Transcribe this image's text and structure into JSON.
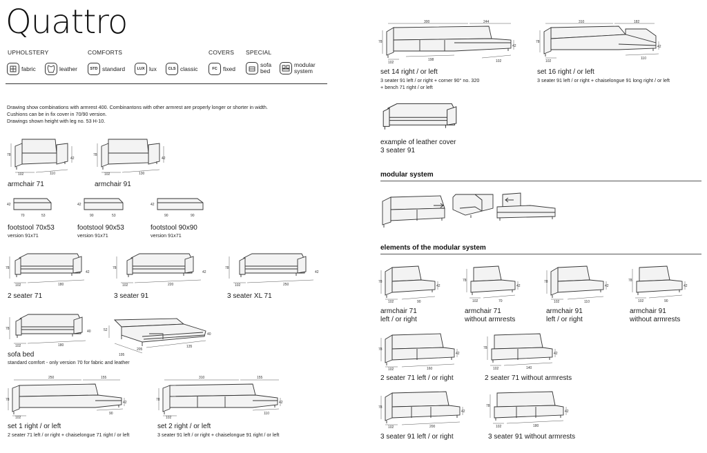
{
  "title": "Quattro",
  "headers": {
    "upholstery": "UPHOLSTERY",
    "comforts": "COMFORTS",
    "covers": "COVERS",
    "special": "SPECIAL"
  },
  "options": {
    "fabric": "fabric",
    "leather": "leather",
    "std_code": "STD",
    "standard": "standard",
    "lux_code": "LUX",
    "lux": "lux",
    "cls_code": "CLS",
    "classic": "classic",
    "fc_code": "FC",
    "fixed": "fixed",
    "sofa_bed_1": "sofa",
    "sofa_bed_2": "bed",
    "modular_1": "modular",
    "modular_2": "system"
  },
  "notes": [
    "Drawing show combinations with armrest 400. Combinantons with other armrest are properly longer or shorter in width.",
    "Cushions can be in fix cover in 70/90 version.",
    "Drawings shown height with leg no. 53 H-10."
  ],
  "left_items": {
    "armchair71": {
      "label": "armchair 71",
      "d1": "78",
      "d2": "42",
      "d3": "102",
      "d4": "110"
    },
    "armchair91": {
      "label": "armchair 91",
      "d1": "78",
      "d2": "42",
      "d3": "102",
      "d4": "130"
    },
    "fs7053": {
      "label": "footstool 70x53",
      "sub": "version 91x71",
      "d1": "42",
      "d2": "70",
      "d3": "53"
    },
    "fs9053": {
      "label": "footstool 90x53",
      "sub": "version 91x71",
      "d1": "42",
      "d2": "90",
      "d3": "53"
    },
    "fs9090": {
      "label": "footstool 90x90",
      "sub": "version 91x71",
      "d1": "42",
      "d2": "90",
      "d3": "90"
    },
    "s2_71": {
      "label": "2 seater 71",
      "d1": "78",
      "d2": "42",
      "d3": "102",
      "d4": "180"
    },
    "s3_91": {
      "label": "3 seater 91",
      "d1": "78",
      "d2": "42",
      "d3": "102",
      "d4": "220"
    },
    "s3xl_71": {
      "label": "3 seater XL 71",
      "d1": "78",
      "d2": "42",
      "d3": "102",
      "d4": "250"
    },
    "sofabed": {
      "label": "sofa bed",
      "sub": "standard comfort - only version 70 for fabric and leather",
      "d1": "78",
      "d2": "40",
      "d3": "102",
      "d4": "180"
    },
    "sofabed_open": {
      "d1": "52",
      "d2": "40",
      "d3": "195",
      "d4": "205",
      "d5": "135"
    },
    "set1": {
      "label": "set 1 right / or left",
      "sub": "2 seater 71 left / or right + chaiselongue 71 right / or left",
      "d1": "78",
      "d2": "42",
      "d3": "102",
      "d4": "250",
      "d5": "155",
      "d6": "90"
    },
    "set2": {
      "label": "set 2 right / or left",
      "sub": "3 seater 91 left / or right + chaiselongue 91 right / or left",
      "d1": "78",
      "d2": "42",
      "d3": "102",
      "d4": "310",
      "d5": "155",
      "d6": "110"
    }
  },
  "right_items": {
    "set14": {
      "label": "set 14 right / or left",
      "sub1": "3 seater 91 left / or right + corner 90° no. 320",
      "sub2": "+ bench 71 right / or left",
      "d1": "78",
      "d2": "42",
      "d3": "102",
      "d4": "300",
      "d5": "244",
      "d6": "198",
      "d7": "102"
    },
    "set16": {
      "label": "set 16 right / or left",
      "sub": "3 seater 91 left / or right + chaiselongue 91 long right / or left",
      "d1": "78",
      "d2": "42",
      "d3": "102",
      "d4": "310",
      "d5": "182",
      "d6": "110"
    },
    "leather": {
      "label1": "example of leather cover",
      "label2": "3 seater 91"
    },
    "modular_heading": "modular system",
    "elements_heading": "elements of the modular system",
    "e1": {
      "l1": "armchair 71",
      "l2": "left / or right",
      "d1": "78",
      "d2": "42",
      "d3": "102",
      "d4": "90"
    },
    "e2": {
      "l1": "armchair 71",
      "l2": "without armrests",
      "d1": "78",
      "d2": "42",
      "d3": "102",
      "d4": "70"
    },
    "e3": {
      "l1": "armchair 91",
      "l2": "left / or right",
      "d1": "78",
      "d2": "42",
      "d3": "102",
      "d4": "110"
    },
    "e4": {
      "l1": "armchair 91",
      "l2": "without armrests",
      "d1": "78",
      "d2": "42",
      "d3": "102",
      "d4": "90"
    },
    "e5": {
      "l1": "2 seater 71 left / or right",
      "d1": "78",
      "d2": "42",
      "d3": "102",
      "d4": "160"
    },
    "e6": {
      "l1": "2 seater 71 without armrests",
      "d1": "78",
      "d2": "42",
      "d3": "102",
      "d4": "140"
    },
    "e7": {
      "l1": "3 seater 91 left / or right",
      "d1": "78",
      "d2": "42",
      "d3": "102",
      "d4": "200"
    },
    "e8": {
      "l1": "3 seater 91 without armrests",
      "d1": "78",
      "d2": "42",
      "d3": "102",
      "d4": "180"
    }
  }
}
